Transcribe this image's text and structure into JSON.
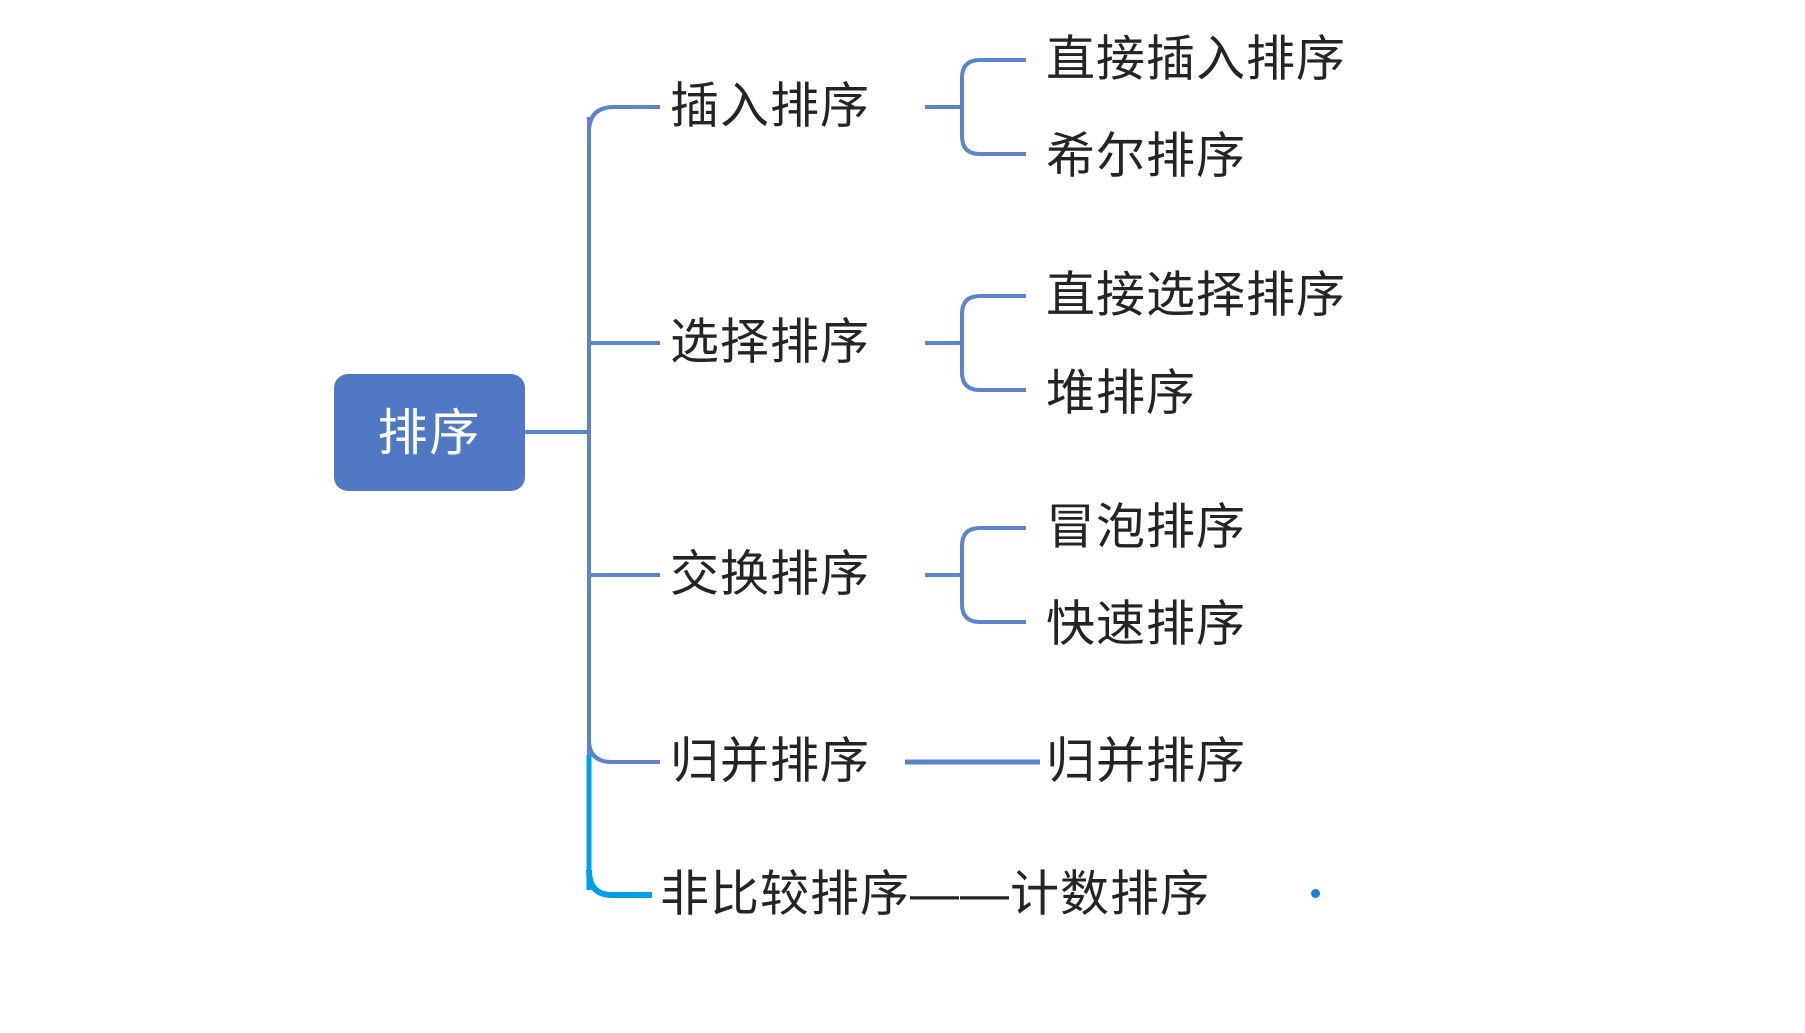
{
  "diagram": {
    "type": "mind-map",
    "title": "排序",
    "orientation": "left-to-right",
    "colors": {
      "root_fill": "#5079c4",
      "root_text": "#ffffff",
      "node_text": "#222428",
      "edge_primary": "#5b84cc",
      "edge_highlight": "#00a0e9",
      "marker_dot": "#1d7fd7",
      "background": "#ffffff"
    },
    "root": {
      "label": "排序"
    },
    "branches": [
      {
        "label": "插入排序",
        "children": [
          {
            "label": "直接插入排序"
          },
          {
            "label": "希尔排序"
          }
        ]
      },
      {
        "label": "选择排序",
        "children": [
          {
            "label": "直接选择排序"
          },
          {
            "label": "堆排序"
          }
        ]
      },
      {
        "label": "交换排序",
        "children": [
          {
            "label": "冒泡排序"
          },
          {
            "label": "快速排序"
          }
        ]
      },
      {
        "label": "归并排序",
        "children": [
          {
            "label": "归并排序"
          }
        ]
      },
      {
        "label": "非比较排序——计数排序",
        "children": [],
        "highlight": true
      }
    ],
    "marker": {
      "name": "blue-dot"
    }
  }
}
